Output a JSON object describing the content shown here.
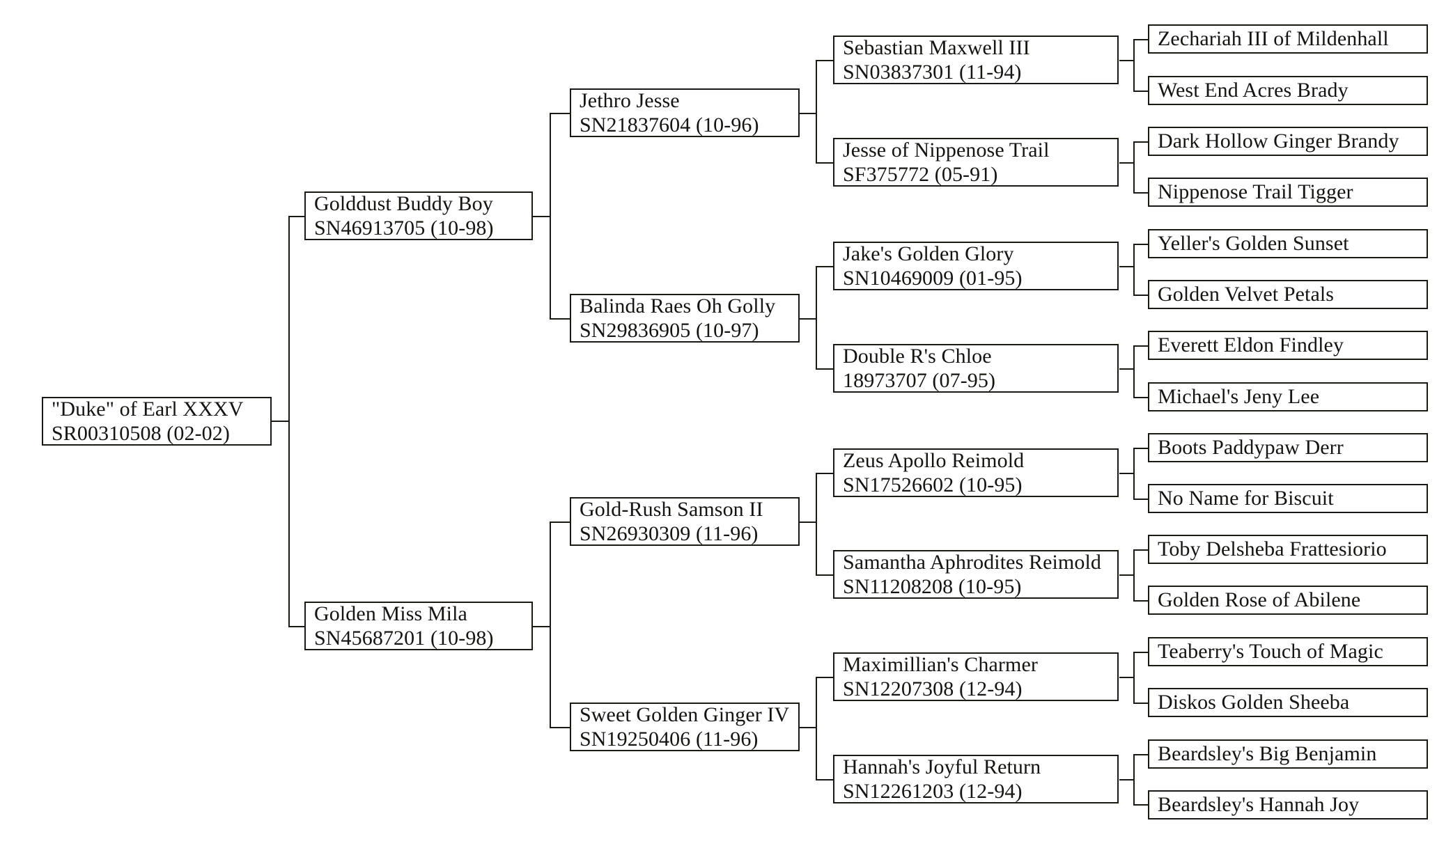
{
  "chart": {
    "kind": "pedigree-tree",
    "generations": 5,
    "line_color": "#1a1a14",
    "background_color": "#ffffff",
    "text_color": "#141410"
  },
  "subject": {
    "name": "\"Duke\" of Earl XXXV",
    "registration": "SR00310508 (02-02)"
  },
  "generation1": [
    {
      "name": "Golddust Buddy Boy",
      "registration": "SN46913705 (10-98)"
    },
    {
      "name": "Golden Miss Mila",
      "registration": "SN45687201 (10-98)"
    }
  ],
  "generation2": [
    {
      "name": "Jethro Jesse",
      "registration": "SN21837604 (10-96)"
    },
    {
      "name": "Balinda Raes Oh Golly",
      "registration": "SN29836905 (10-97)"
    },
    {
      "name": "Gold-Rush Samson II",
      "registration": "SN26930309 (11-96)"
    },
    {
      "name": "Sweet Golden Ginger IV",
      "registration": "SN19250406 (11-96)"
    }
  ],
  "generation3": [
    {
      "name": "Sebastian Maxwell III",
      "registration": "SN03837301 (11-94)"
    },
    {
      "name": "Jesse of Nippenose Trail",
      "registration": "SF375772 (05-91)"
    },
    {
      "name": "Jake's Golden Glory",
      "registration": "SN10469009 (01-95)"
    },
    {
      "name": "Double R's Chloe",
      "registration": "18973707 (07-95)"
    },
    {
      "name": "Zeus Apollo Reimold",
      "registration": "SN17526602 (10-95)"
    },
    {
      "name": "Samantha Aphrodites Reimold",
      "registration": "SN11208208 (10-95)"
    },
    {
      "name": "Maximillian's Charmer",
      "registration": "SN12207308 (12-94)"
    },
    {
      "name": "Hannah's Joyful Return",
      "registration": "SN12261203 (12-94)"
    }
  ],
  "generation4": [
    {
      "name": "Zechariah III of Mildenhall"
    },
    {
      "name": "West End Acres Brady"
    },
    {
      "name": "Dark Hollow Ginger Brandy"
    },
    {
      "name": "Nippenose Trail Tigger"
    },
    {
      "name": "Yeller's Golden Sunset"
    },
    {
      "name": "Golden Velvet Petals"
    },
    {
      "name": "Everett Eldon Findley"
    },
    {
      "name": "Michael's Jeny Lee"
    },
    {
      "name": "Boots Paddypaw Derr"
    },
    {
      "name": "No Name for Biscuit"
    },
    {
      "name": "Toby Delsheba Frattesiorio"
    },
    {
      "name": "Golden Rose of Abilene"
    },
    {
      "name": "Teaberry's Touch of Magic"
    },
    {
      "name": "Diskos Golden Sheeba"
    },
    {
      "name": "Beardsley's Big Benjamin"
    },
    {
      "name": "Beardsley's Hannah Joy"
    }
  ]
}
